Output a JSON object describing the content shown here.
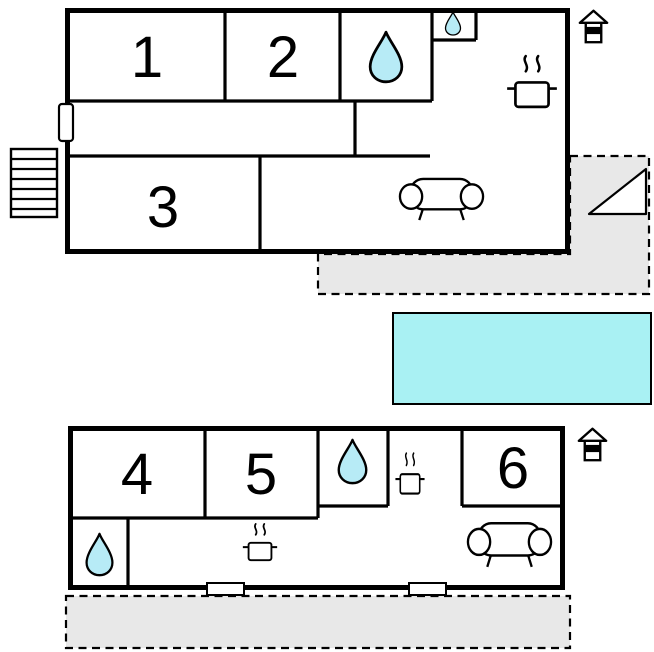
{
  "floorplan": {
    "colors": {
      "water_drop": "#b7ebf6",
      "pool": "#a9f1f3",
      "terrace": "#e8e8e8",
      "walls": "#000000"
    },
    "upper_floor": {
      "rooms": [
        {
          "label": "1"
        },
        {
          "label": "2"
        },
        {
          "label": "3"
        }
      ],
      "features": [
        "water-drop",
        "small-water-drop",
        "stove",
        "sofa",
        "stairs",
        "entrance-door",
        "house-marker",
        "dashed-terrace",
        "terrace-triangle"
      ]
    },
    "lower_floor": {
      "rooms": [
        {
          "label": "4"
        },
        {
          "label": "5"
        },
        {
          "label": "6"
        }
      ],
      "features": [
        "water-drop",
        "small-water-drop",
        "stove",
        "small-stove",
        "sofa",
        "two-windows",
        "house-marker",
        "dashed-terrace"
      ]
    },
    "pool": {
      "type": "swimming-pool"
    }
  }
}
